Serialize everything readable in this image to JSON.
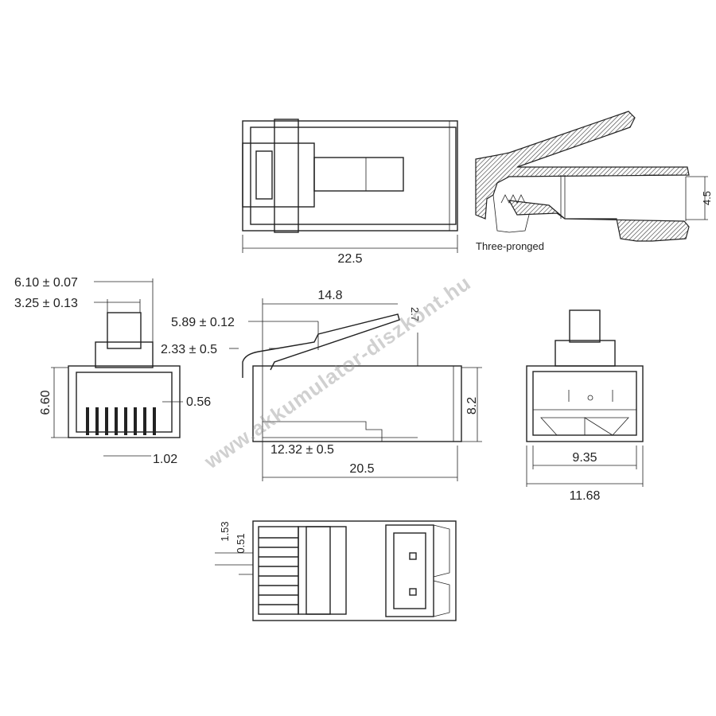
{
  "top_view": {
    "length_label": "22.5"
  },
  "section_view": {
    "height_label": "4.5",
    "caption": "Three-pronged"
  },
  "front_view": {
    "width_label": "6.10 ± 0.07",
    "latch_width_label": "3.25 ± 0.13",
    "height_label": "6.60",
    "contact_label": "0.56",
    "pitch_label": "1.02"
  },
  "side_view": {
    "latch_length_label": "14.8",
    "latch_pos_label": "5.89 ± 0.12",
    "tip_label": "2.33 ± 0.5",
    "latch_height_label": "2.7",
    "height_label": "8.2",
    "crimp_label": "12.32 ± 0.5",
    "length_label": "20.5"
  },
  "rear_view": {
    "inner_width_label": "9.35",
    "outer_width_label": "11.68"
  },
  "bottom_view": {
    "pitch_label": "1.53",
    "contact_label": "0.51"
  },
  "watermark": "www.akkumulator-diszkont.hu"
}
